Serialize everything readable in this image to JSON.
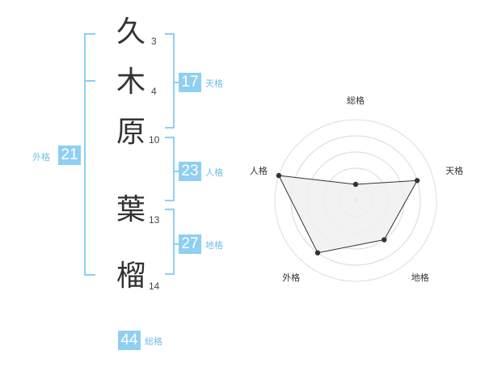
{
  "name_characters": [
    {
      "char": "久",
      "strokes": "3"
    },
    {
      "char": "木",
      "strokes": "4"
    },
    {
      "char": "原",
      "strokes": "10"
    },
    {
      "char": "葉",
      "strokes": "13"
    },
    {
      "char": "榴",
      "strokes": "14"
    }
  ],
  "fortunes": {
    "tenkaku": {
      "value": "17",
      "label": "天格"
    },
    "jinkaku": {
      "value": "23",
      "label": "人格"
    },
    "chikaku": {
      "value": "27",
      "label": "地格"
    },
    "gaikaku": {
      "value": "21",
      "label": "外格"
    },
    "soukaku": {
      "value": "44",
      "label": "総格"
    }
  },
  "colors": {
    "accent": "#8ecff2",
    "accent_text": "#6fbfe6",
    "radar_fill": "#f0f0f0",
    "radar_grid": "#dddddd",
    "radar_line": "#333333"
  },
  "chart_data": {
    "type": "radar",
    "categories": [
      "総格",
      "天格",
      "地格",
      "外格",
      "人格"
    ],
    "values": [
      1,
      4,
      3,
      4,
      5
    ],
    "range": [
      0,
      5
    ],
    "grid": true
  }
}
